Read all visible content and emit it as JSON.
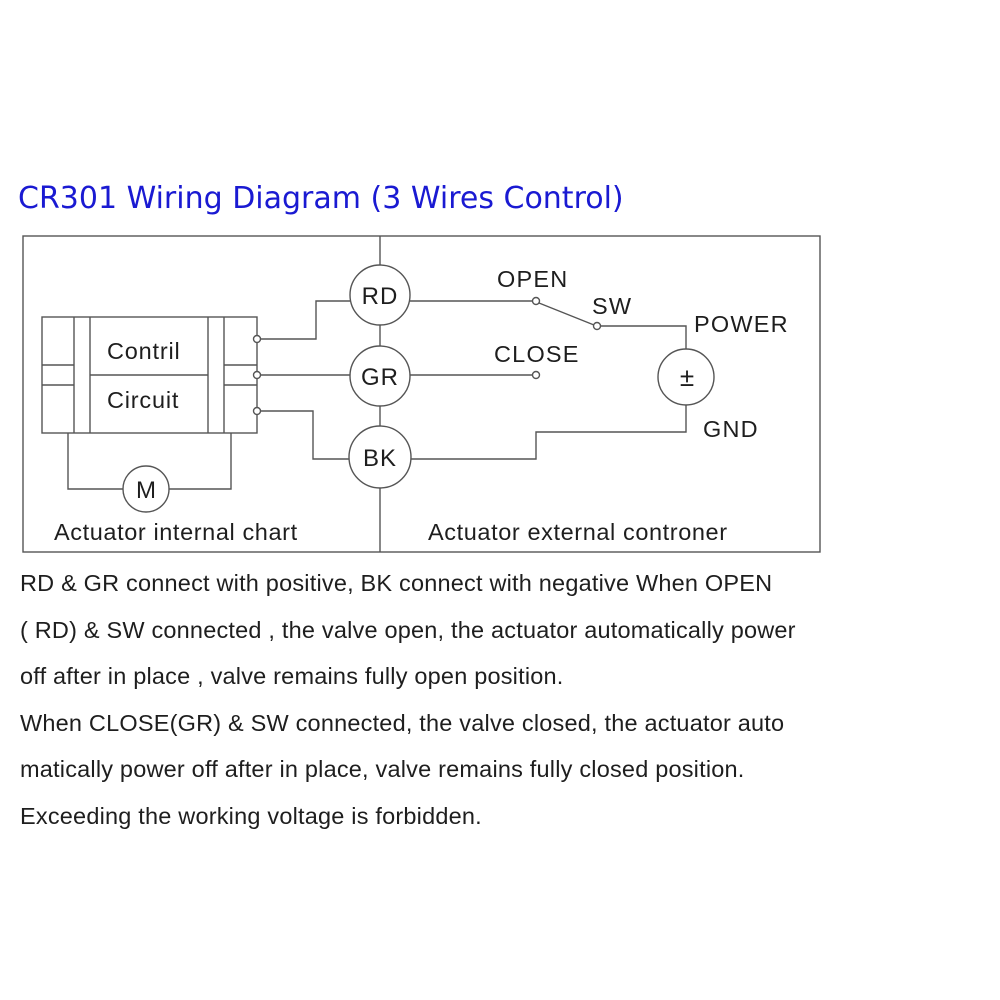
{
  "title": "CR301 Wiring Diagram (3 Wires Control)",
  "colors": {
    "title": "#1a1ad2",
    "line": "#555555",
    "text": "#1e1e1e"
  },
  "diagram": {
    "internal": {
      "block_label_top": "Contril",
      "block_label_bottom": "Circuit",
      "motor_symbol": "M",
      "caption": "Actuator internal chart"
    },
    "terminals": [
      {
        "id": "rd",
        "label": "RD"
      },
      {
        "id": "gr",
        "label": "GR"
      },
      {
        "id": "bk",
        "label": "BK"
      }
    ],
    "external": {
      "open_label": "OPEN",
      "close_label": "CLOSE",
      "switch_label": "SW",
      "power_label": "POWER",
      "power_symbol": "±",
      "gnd_label": "GND",
      "caption": "Actuator external controner"
    }
  },
  "description": {
    "lines": [
      "RD & GR connect with positive, BK connect with negative When OPEN",
      "( RD) & SW connected , the valve open, the actuator automatically power",
      "off after in place , valve remains fully open position.",
      "When CLOSE(GR) & SW connected, the valve closed, the actuator auto",
      "matically power off after in place, valve remains fully closed position.",
      "Exceeding the working voltage is forbidden."
    ]
  }
}
